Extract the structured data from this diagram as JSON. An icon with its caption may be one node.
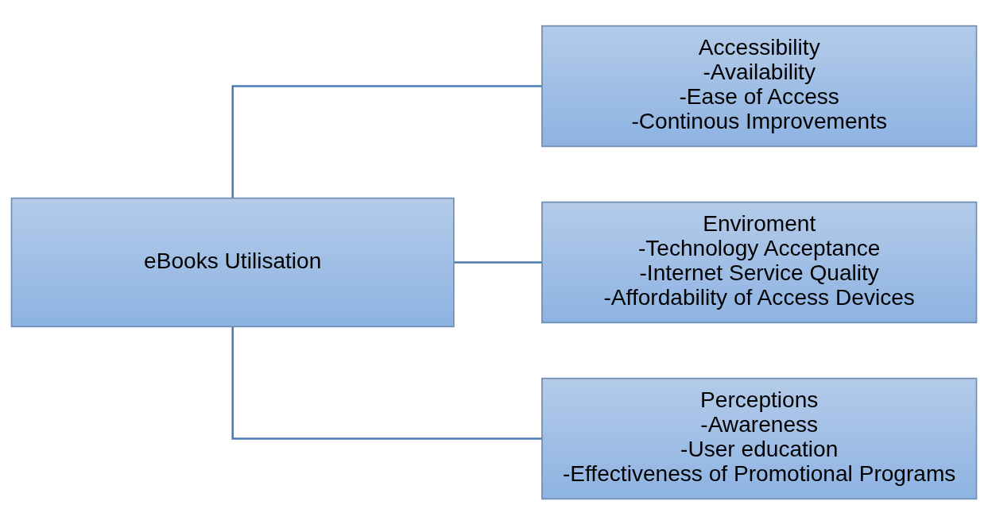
{
  "diagram": {
    "nodes": [
      {
        "text": [
          "eBooks Utilisation"
        ]
      },
      {
        "text": [
          "Accessibility",
          "-Availability",
          "-Ease of Access",
          "-Continous Improvements"
        ]
      },
      {
        "text": [
          "Enviroment",
          "-Technology Acceptance",
          "-Internet Service Quality",
          "-Affordability of Access Devices"
        ]
      },
      {
        "text": [
          "Perceptions",
          "-Awareness",
          "-User education",
          "-Effectiveness of Promotional Programs"
        ]
      }
    ],
    "edges": [
      {
        "from": 0,
        "to": 1,
        "arrow": "none"
      },
      {
        "from": 0,
        "to": 2,
        "arrow": "none"
      },
      {
        "from": 0,
        "to": 3,
        "arrow": "none"
      }
    ]
  }
}
